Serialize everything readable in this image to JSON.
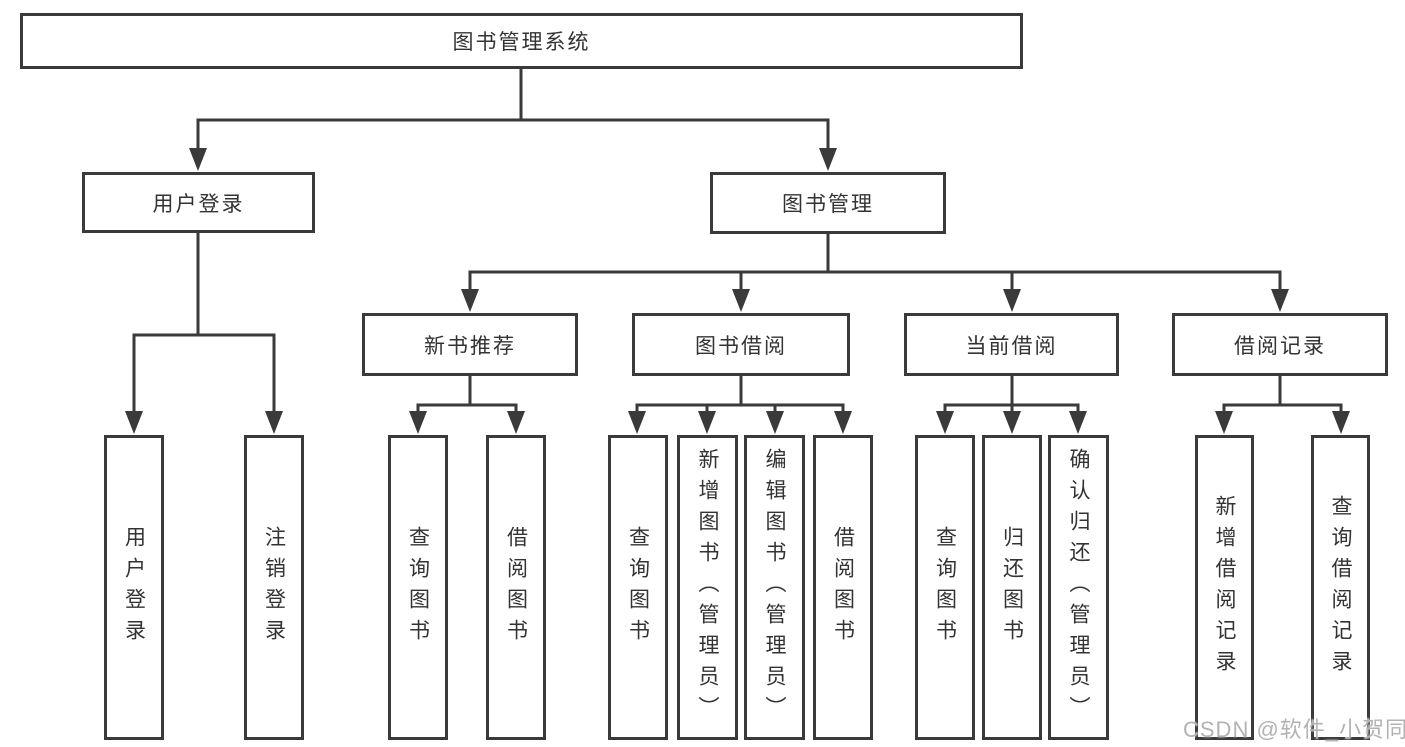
{
  "diagram_type": "functional-structure-tree",
  "tree": {
    "label": "图书管理系统",
    "children": [
      {
        "label": "用户登录",
        "children": [
          {
            "label": "用户登录"
          },
          {
            "label": "注销登录"
          }
        ]
      },
      {
        "label": "图书管理",
        "children": [
          {
            "label": "新书推荐",
            "children": [
              {
                "label": "查询图书"
              },
              {
                "label": "借阅图书"
              }
            ]
          },
          {
            "label": "图书借阅",
            "children": [
              {
                "label": "查询图书"
              },
              {
                "label": "新增图书（管理员）"
              },
              {
                "label": "编辑图书（管理员）"
              },
              {
                "label": "借阅图书"
              }
            ]
          },
          {
            "label": "当前借阅",
            "children": [
              {
                "label": "查询图书"
              },
              {
                "label": "归还图书"
              },
              {
                "label": "确认归还（管理员）"
              }
            ]
          },
          {
            "label": "借阅记录",
            "children": [
              {
                "label": "新增借阅记录"
              },
              {
                "label": "查询借阅记录"
              }
            ]
          }
        ]
      }
    ]
  },
  "watermark": "CSDN @软件_小贺同学",
  "colors": {
    "line": "#3a3a3a",
    "box_border": "#3a3a3a",
    "text": "#333333",
    "background": "#ffffff",
    "watermark": "#b3b3b3"
  }
}
